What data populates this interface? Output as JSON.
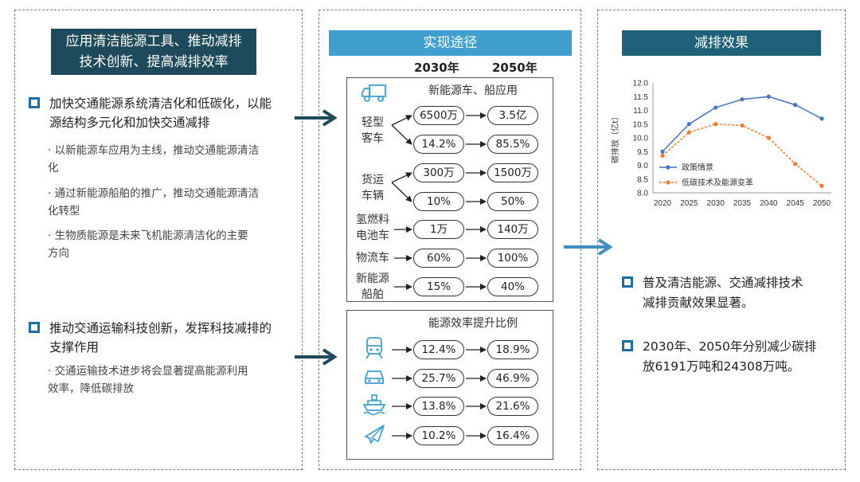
{
  "left": {
    "title_line1": "应用清洁能源工具、推动减排",
    "title_line2": "技术创新、提高减排效率",
    "point1": {
      "line1": "加快交通能源系统清洁化和低碳化，以能",
      "line2": "源结构多元化和加快交通减排"
    },
    "sub1": [
      {
        "line1": "· 以新能源车应用为主线，推动交通能源清洁",
        "line2": "化"
      },
      {
        "line1": "· 通过新能源船舶的推广，推动交通能源清洁",
        "line2": "化转型"
      },
      {
        "line1": "· 生物质能源是未来飞机能源清洁化的主要",
        "line2": "方向"
      }
    ],
    "point2": {
      "line1": "推动交通运输科技创新，发挥科技减排的",
      "line2": "支撑作用"
    },
    "sub2": {
      "line1": "· 交通运输技术进步将会显著提高能源利用",
      "line2": "效率，降低碳排放"
    }
  },
  "middle": {
    "title": "实现途径",
    "year1": "2030年",
    "year2": "2050年",
    "box1_title": "新能源车、船应用",
    "rows1": [
      {
        "label1": "轻型",
        "label2": "客车",
        "a1": "6500万",
        "b1": "3.5亿",
        "a2": "14.2%",
        "b2": "85.5%"
      },
      {
        "label1": "货运",
        "label2": "车辆",
        "a1": "300万",
        "b1": "1500万",
        "a2": "10%",
        "b2": "50%"
      },
      {
        "label1": "氢燃料",
        "label2": "电池车",
        "a": "1万",
        "b": "140万"
      },
      {
        "label1": "物流车",
        "a": "60%",
        "b": "100%"
      },
      {
        "label1": "新能源",
        "label2": "船舶",
        "a": "15%",
        "b": "40%"
      }
    ],
    "box2_title": "能源效率提升比例",
    "rows2": [
      {
        "icon": "train-icon",
        "a": "12.4%",
        "b": "18.9%"
      },
      {
        "icon": "car-icon",
        "a": "25.7%",
        "b": "46.9%"
      },
      {
        "icon": "ship-icon",
        "a": "13.8%",
        "b": "21.6%"
      },
      {
        "icon": "airplane-icon",
        "a": "10.2%",
        "b": "16.4%"
      }
    ]
  },
  "right": {
    "title": "减排效果",
    "point1": {
      "line1": "普及清洁能源、交通减排技术",
      "line2": "减排贡献效果显著。"
    },
    "point2": {
      "line1": "2030年、2050年分别减少碳排",
      "line2": "放6191万吨和24308万吨。"
    }
  },
  "colors": {
    "dark_navy": "#1f4a5c",
    "light_blue": "#3f9fcf",
    "teal": "#1f6178",
    "arrow_dark": "#1f4a5c",
    "arrow_light": "#3f8fbf",
    "series1": "#4472c4",
    "series2": "#ed7d31"
  },
  "chart_data": {
    "type": "line",
    "ylabel": "碳排放（亿t）",
    "x": [
      2020,
      2025,
      2030,
      2035,
      2040,
      2045,
      2050
    ],
    "ylim": [
      8.0,
      12.0
    ],
    "yticks": [
      "8.0",
      "8.5",
      "9.0",
      "9.5",
      "10.0",
      "10.5",
      "11.0",
      "11.5",
      "12.0"
    ],
    "series": [
      {
        "name": "政策情景",
        "values": [
          9.5,
          10.5,
          11.1,
          11.4,
          11.5,
          11.2,
          10.7
        ],
        "color": "#4472c4",
        "style": "solid"
      },
      {
        "name": "低碳技术及能源变革",
        "values": [
          9.35,
          10.2,
          10.5,
          10.45,
          10.0,
          9.05,
          8.25
        ],
        "color": "#ed7d31",
        "style": "dashed"
      }
    ],
    "legend": "inside-lower-left"
  }
}
